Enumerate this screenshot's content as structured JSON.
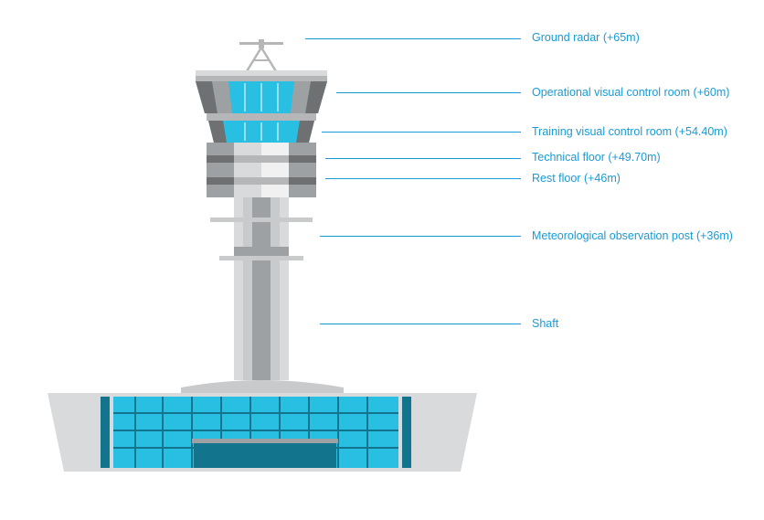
{
  "colors": {
    "callout": "#1a9ad6",
    "glass_light": "#29bfe3",
    "glass_dark": "#13748e",
    "concrete_light": "#d9dadb",
    "concrete_mid": "#b4b6b8",
    "concrete_dark": "#6e7072",
    "white_panel": "#f1f1f1"
  },
  "labels": {
    "ground_radar": "Ground radar (+65m)",
    "operational_room": "Operational visual control room (+60m)",
    "training_room": "Training visual control room (+54.40m)",
    "technical_floor": "Technical floor (+49.70m)",
    "rest_floor": "Rest floor (+46m)",
    "meteo_post": "Meteorological observation post (+36m)",
    "shaft": "Shaft"
  }
}
